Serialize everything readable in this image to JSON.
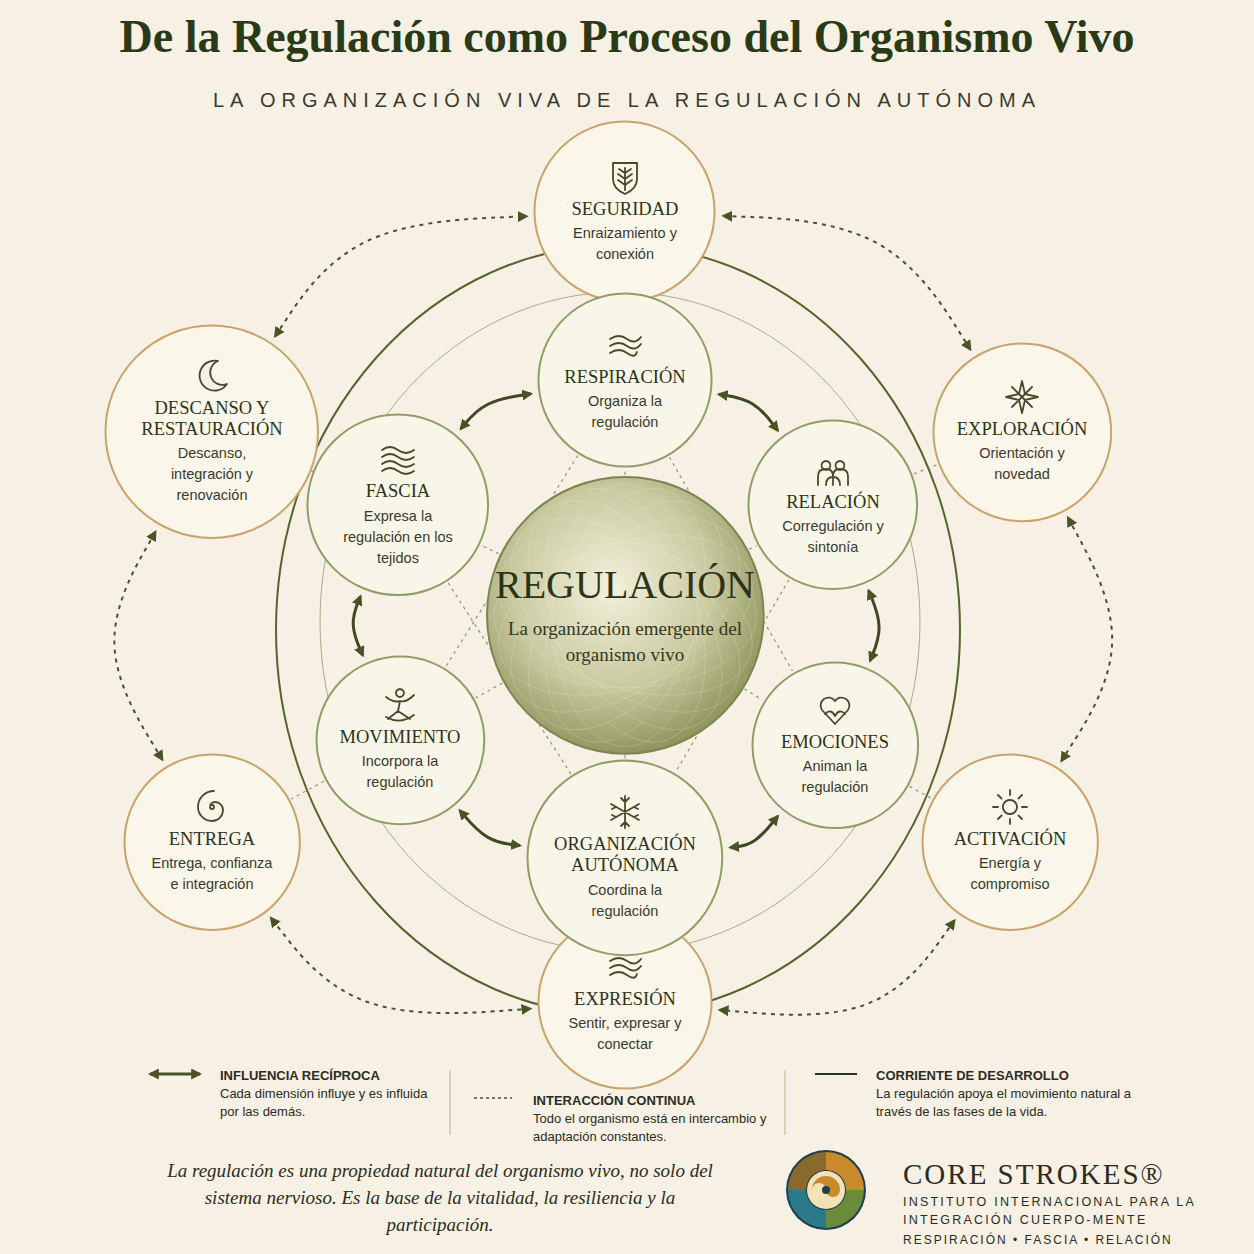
{
  "diagram": {
    "title": "De la Regulación como Proceso del Organismo Vivo",
    "caption": "La regulación es una propiedad natural del organismo vivo, no solo del sistema nervioso. Es la base de la vitalidad, la resiliencia y la participación.",
    "nodes": [
      {
        "text": [
          "SEGURIDAD",
          "Enraizamiento y conexión"
        ]
      },
      {
        "text": [
          "EXPLORACIÓN",
          "Orientación y novedad"
        ]
      },
      {
        "text": [
          "ACTIVACIÓN",
          "Energía y compromiso"
        ]
      },
      {
        "text": [
          "EXPRESIÓN",
          "Sentir, expresar y conectar"
        ]
      },
      {
        "text": [
          "ENTREGA",
          "Entrega, confianza e integración"
        ]
      },
      {
        "text": [
          "DESCANSO Y RESTAURACIÓN",
          "Descanso, integración y renovación"
        ]
      },
      {
        "text": [
          "RESPIRACIÓN",
          "Organiza la regulación"
        ]
      },
      {
        "text": [
          "RELACIÓN",
          "Corregulación y sintonía"
        ]
      },
      {
        "text": [
          "EMOCIONES",
          "Animan la regulación"
        ]
      },
      {
        "text": [
          "ORGANIZACIÓN AUTÓNOMA",
          "Coordina la regulación"
        ]
      },
      {
        "text": [
          "MOVIMIENTO",
          "Incorpora la regulación"
        ]
      },
      {
        "text": [
          "FASCIA",
          "Expresa la regulación en los tejidos"
        ]
      },
      {
        "text": [
          "REGULACIÓN",
          "La organización emergente del organismo vivo"
        ]
      }
    ],
    "edges": [
      {
        "from": 0,
        "to": 1,
        "arrow": "both"
      },
      {
        "from": 1,
        "to": 2,
        "arrow": "both"
      },
      {
        "from": 2,
        "to": 3,
        "arrow": "both"
      },
      {
        "from": 3,
        "to": 4,
        "arrow": "both"
      },
      {
        "from": 4,
        "to": 5,
        "arrow": "both"
      },
      {
        "from": 5,
        "to": 0,
        "arrow": "both"
      },
      {
        "from": 6,
        "to": 7,
        "arrow": "both"
      },
      {
        "from": 7,
        "to": 8,
        "arrow": "both"
      },
      {
        "from": 8,
        "to": 9,
        "arrow": "both"
      },
      {
        "from": 9,
        "to": 10,
        "arrow": "both"
      },
      {
        "from": 10,
        "to": 11,
        "arrow": "both"
      },
      {
        "from": 11,
        "to": 6,
        "arrow": "both"
      },
      {
        "from": 12,
        "to": 6,
        "arrow": "none"
      },
      {
        "from": 12,
        "to": 7,
        "arrow": "none"
      },
      {
        "from": 12,
        "to": 8,
        "arrow": "none"
      },
      {
        "from": 12,
        "to": 9,
        "arrow": "none"
      },
      {
        "from": 12,
        "to": 10,
        "arrow": "none"
      },
      {
        "from": 12,
        "to": 11,
        "arrow": "none"
      },
      {
        "from": 6,
        "to": 10,
        "arrow": "none"
      },
      {
        "from": 6,
        "to": 8,
        "arrow": "none"
      },
      {
        "from": 11,
        "to": 9,
        "arrow": "none"
      },
      {
        "from": 7,
        "to": 9,
        "arrow": "none"
      },
      {
        "from": 11,
        "to": 5,
        "arrow": "none"
      },
      {
        "from": 7,
        "to": 1,
        "arrow": "none"
      },
      {
        "from": 8,
        "to": 2,
        "arrow": "none"
      },
      {
        "from": 10,
        "to": 4,
        "arrow": "none"
      }
    ],
    "labels": [
      "LA ORGANIZACIÓN VIVA DE LA REGULACIÓN AUTÓNOMA",
      "Cada dimensión influye y es influida por las demás.",
      "Todo el organismo está en intercambio y adaptación constantes.",
      "La regulación apoya el movimiento natural a través de las fases de la vida.",
      "CORE STROKES®",
      "INSTITUTO INTERNACIONAL PARA LA INTEGRACIÓN CUERPO-MENTE",
      "RESPIRACIÓN • FASCIA • RELACIÓN"
    ],
    "legend": [
      {
        "text": "INFLUENCIA RECÍPROCA"
      },
      {
        "text": "INTERACCIÓN CONTINUA"
      },
      {
        "text": "CORRIENTE DE DESARROLLO"
      }
    ]
  }
}
